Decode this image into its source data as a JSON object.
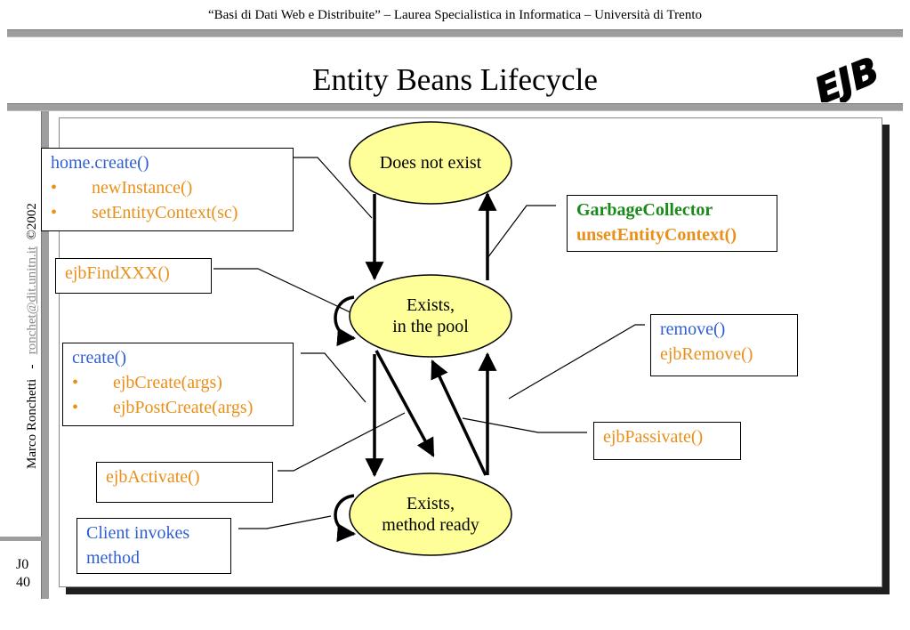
{
  "header": {
    "course": "“Basi di Dati Web e Distribuite” – Laurea Specialistica in Informatica – Università di Trento",
    "title": "Entity Beans Lifecycle",
    "logo": "EJB"
  },
  "sidebar": {
    "author": "Marco Ronchetti",
    "separator": "-",
    "email": "ronchet@dit.unitn.it",
    "copyright": "©2002",
    "slide_id_line1": "J0",
    "slide_id_line2": "40"
  },
  "states": {
    "does_not_exist": "Does not exist",
    "pool_line1": "Exists,",
    "pool_line2": "in the pool",
    "ready_line1": "Exists,",
    "ready_line2": "method ready"
  },
  "boxes": {
    "home_create": {
      "title": "home.create()",
      "bullet": "•",
      "items": [
        "newInstance()",
        "setEntityContext(sc)"
      ]
    },
    "garbage": {
      "line1": "GarbageCollector",
      "line2": "unsetEntityContext()"
    },
    "find": "ejbFindXXX()",
    "create": {
      "title": "create()",
      "bullet": "•",
      "items": [
        "ejbCreate(args)",
        "ejbPostCreate(args)"
      ]
    },
    "remove": {
      "line1": "remove()",
      "line2": "ejbRemove()"
    },
    "passivate": "ejbPassivate()",
    "activate": "ejbActivate()",
    "client": {
      "line1": "Client invokes",
      "line2": "method"
    }
  },
  "colors": {
    "state_fill": "#ffff99",
    "method_blue": "#2f5fd0",
    "callback_orange": "#e8901a",
    "gc_green": "#1a8a1a",
    "rule_gray": "#9e9e9e"
  }
}
